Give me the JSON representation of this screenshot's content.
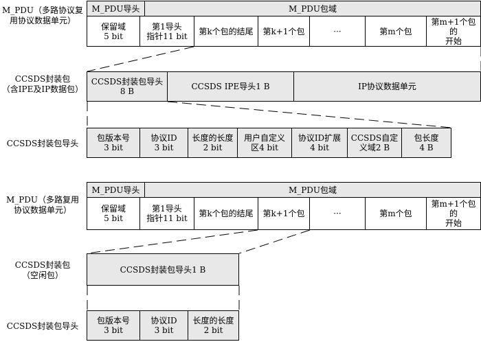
{
  "colors": {
    "fill": "#e8e8e8",
    "stroke": "#000000"
  },
  "diagram1": {
    "mpdu_label": "M_PDU（多路协议复\n用协议数据单元）",
    "mpdu_header": "M_PDU导头",
    "mpdu_domain": "M_PDU包域",
    "fields": [
      "保留域\n5 bit",
      "第1导头\n指针11 bit",
      "第k个包的结尾",
      "第k+1个包",
      "···",
      "第m个包",
      "第m+1个包的\n开始"
    ],
    "pkt_label": "CCSDS封装包\n（含IPE及IP数据包）",
    "pkt_header": "CCSDS封装包导头\n8 B",
    "ipe_header": "CCSDS  IPE导头1 B",
    "ip_unit": "IP协议数据单元",
    "hdr_label": "CCSDS封装包导头",
    "hdr_fields": [
      "包版本号\n3 bit",
      "协议ID\n3 bit",
      "长度的长度\n2 bit",
      "用户自定义\n区4 bit",
      "协议ID扩展\n4 bit",
      "CCSDS自定\n义域2 B",
      "包长度\n4 B"
    ]
  },
  "diagram2": {
    "mpdu_label": "M_PDU（多路复用\n协议数据单元）",
    "mpdu_header": "M_PDU导头",
    "mpdu_domain": "M_PDU包域",
    "fields": [
      "保留域\n5 bit",
      "第1导头\n指针11 bit",
      "第k个包的结尾",
      "第k+1个包",
      "···",
      "第m个包",
      "第m+1个包的\n开始"
    ],
    "pkt_label": "CCSDS封装包\n（空闲包）",
    "pkt_header": "CCSDS封装包导头1 B",
    "hdr_label": "CCSDS封装包导头",
    "hdr_fields": [
      "包版本号\n3 bit",
      "协议ID\n3 bit",
      "长度的长度\n2 bit"
    ]
  }
}
